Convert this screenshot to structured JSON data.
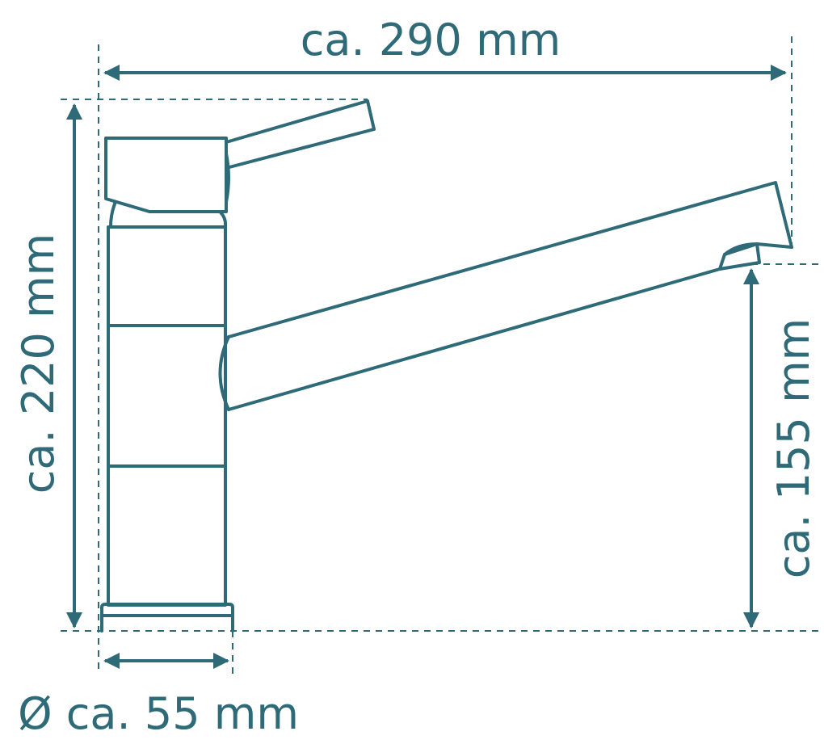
{
  "colors": {
    "line": "#2e6a77",
    "background": "#ffffff"
  },
  "dimensions": {
    "width_label": "ca. 290 mm",
    "height_label": "ca. 220 mm",
    "spout_height_label": "ca. 155 mm",
    "base_diameter_label": "Ø ca. 55 mm"
  }
}
